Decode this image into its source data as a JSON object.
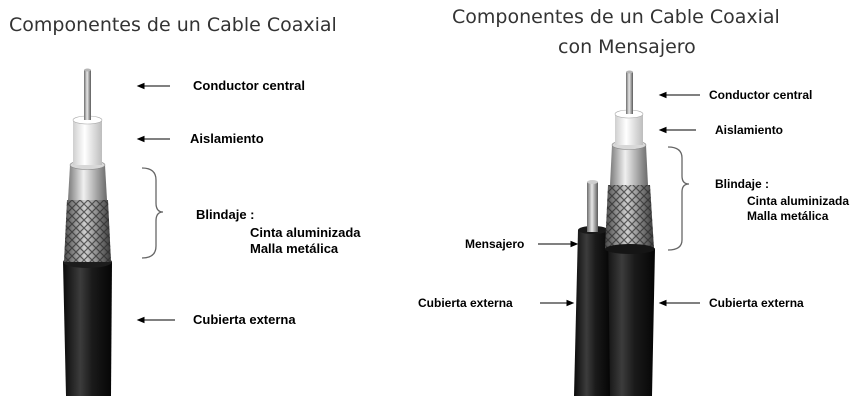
{
  "left": {
    "title": "Componentes de un Cable Coaxial",
    "labels": {
      "conductor": "Conductor central",
      "aislamiento": "Aislamiento",
      "blindaje": "Blindaje :",
      "cinta": "Cinta aluminizada",
      "malla": "Malla metálica",
      "cubierta": "Cubierta externa"
    }
  },
  "right": {
    "title_line1": "Componentes de un Cable Coaxial",
    "title_line2": "con Mensajero",
    "labels": {
      "conductor": "Conductor central",
      "aislamiento": "Aislamiento",
      "blindaje": "Blindaje :",
      "cinta": "Cinta aluminizada",
      "malla": "Malla metálica",
      "mensajero": "Mensajero",
      "cubierta_left": "Cubierta externa",
      "cubierta_right": "Cubierta externa"
    }
  }
}
